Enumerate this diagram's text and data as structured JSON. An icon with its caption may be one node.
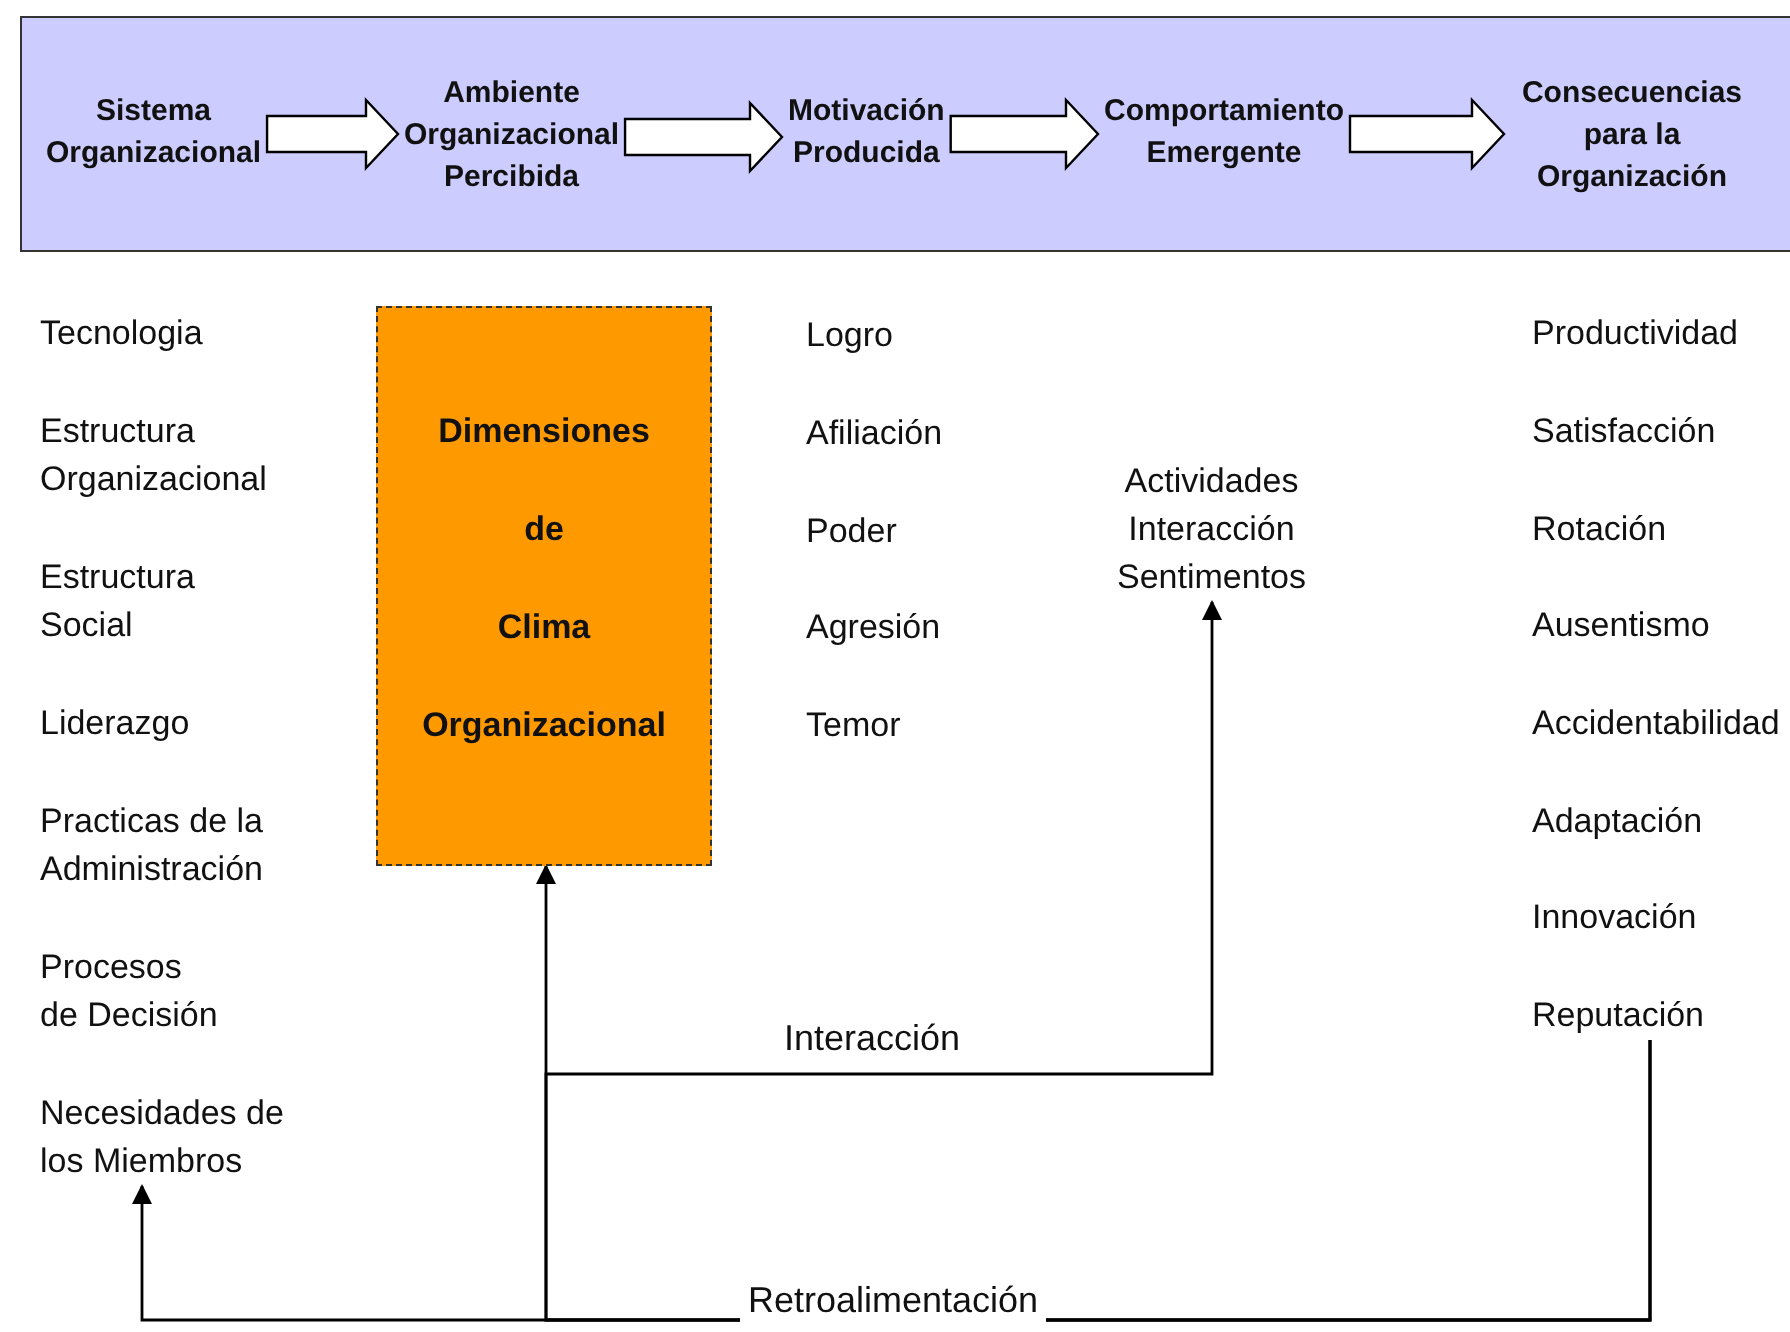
{
  "diagram": {
    "nodes": [
      {
        "text": [],
        "shape": "box"
      },
      {
        "text": [
          "Sistema Organizacional"
        ],
        "in": 0
      },
      {
        "text": [
          "Ambiente Organizacional Percibida"
        ],
        "in": 0
      },
      {
        "text": [
          "Motivación Producida"
        ],
        "in": 0
      },
      {
        "text": [
          "Comportamiento Emergente"
        ],
        "in": 0
      },
      {
        "text": [
          "Consecuencias para la Organización"
        ],
        "in": 0
      },
      {
        "text": [
          "Dimensiones de Clima Organizacional"
        ]
      },
      {
        "text": [
          "Actividades Interacción Sentimentos"
        ]
      },
      {
        "text": [
          "Necesidades de los Miembros"
        ]
      },
      {
        "text": [
          "Reputación"
        ]
      }
    ],
    "edges": [
      {
        "from": 1,
        "to": 2,
        "arrow": "to"
      },
      {
        "from": 2,
        "to": 3,
        "arrow": "to"
      },
      {
        "from": 3,
        "to": 4,
        "arrow": "to"
      },
      {
        "from": 4,
        "to": 5,
        "arrow": "to"
      },
      {
        "from": 9,
        "to": 8,
        "arrow": "to",
        "label": "Retroalimentación"
      },
      {
        "from": 9,
        "to": 6,
        "arrow": "to"
      },
      {
        "from": 9,
        "to": 7,
        "arrow": "to",
        "label": "Interacción"
      }
    ],
    "labels": [
      "Tecnologia",
      "Estructura Organizacional",
      "Estructura Social",
      "Liderazgo",
      "Practicas de la Administración",
      "Procesos de Decisión",
      "Logro",
      "Afiliación",
      "Poder",
      "Agresión",
      "Temor",
      "Productividad",
      "Satisfacción",
      "Rotación",
      "Ausentismo",
      "Accidentabilidad",
      "Adaptación",
      "Innovación"
    ]
  }
}
